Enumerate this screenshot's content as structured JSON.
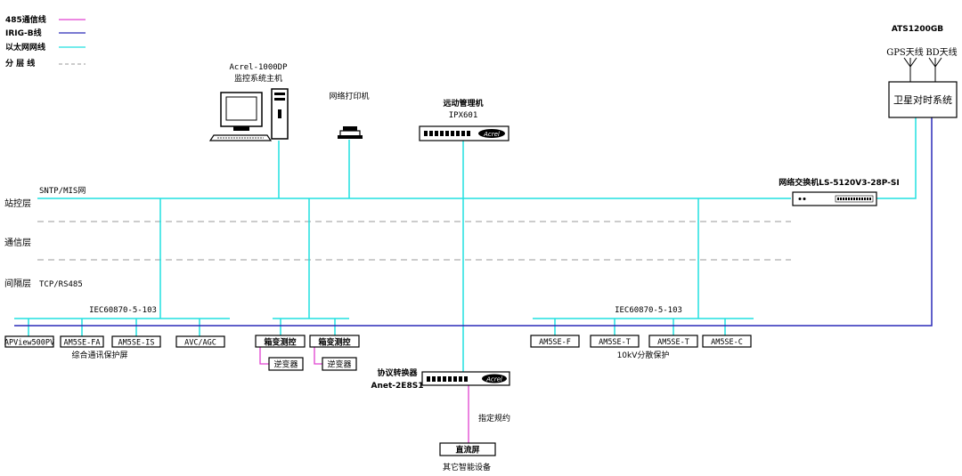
{
  "legend": {
    "items": [
      {
        "label": "485通信线",
        "color": "#e040d0"
      },
      {
        "label": "IRIG-B线",
        "color": "#2a2ab8"
      },
      {
        "label": "以太网网线",
        "color": "#20e0e0"
      },
      {
        "label": "分 层 线",
        "color": "#999999"
      }
    ]
  },
  "colors": {
    "rs485": "#e040d0",
    "irig": "#2a2ab8",
    "ethernet": "#20e0e0",
    "layer": "#999999"
  },
  "host": {
    "model": "Acrel-1000DP",
    "name": "监控系统主机"
  },
  "printer": {
    "name": "网络打印机"
  },
  "gateway": {
    "name": "远动管理机",
    "model": "IPX601",
    "brand": "Acrel"
  },
  "ats": {
    "model": "ATS1200GB",
    "gps": "GPS天线",
    "bd": "BD天线",
    "name": "卫星对时系统"
  },
  "switch": {
    "name": "网络交换机LS-5120V3-28P-SI"
  },
  "network": {
    "sntp": "SNTP/MIS网",
    "tcp": "TCP/RS485",
    "iec_left": "IEC60870-5-103",
    "iec_right": "IEC60870-5-103"
  },
  "layers": {
    "station": "站控层",
    "comm": "通信层",
    "bay": "间隔层"
  },
  "left_devices": [
    "APView500PV",
    "AM5SE-FA",
    "AM5SE-IS",
    "AVC/AGC"
  ],
  "left_group": "综合通讯保护屏",
  "box_transformers": [
    "箱变测控",
    "箱变测控"
  ],
  "inverters": [
    "逆变器",
    "逆变器"
  ],
  "right_devices": [
    "AM5SE-F",
    "AM5SE-T",
    "AM5SE-T",
    "AM5SE-C"
  ],
  "right_group": "10kV分散保护",
  "converter": {
    "name": "协议转换器",
    "model": "Anet-2E8S1",
    "brand": "Acrel"
  },
  "protocol": "指定规约",
  "dc_screen": "直流屏",
  "other_devices": "其它智能设备"
}
